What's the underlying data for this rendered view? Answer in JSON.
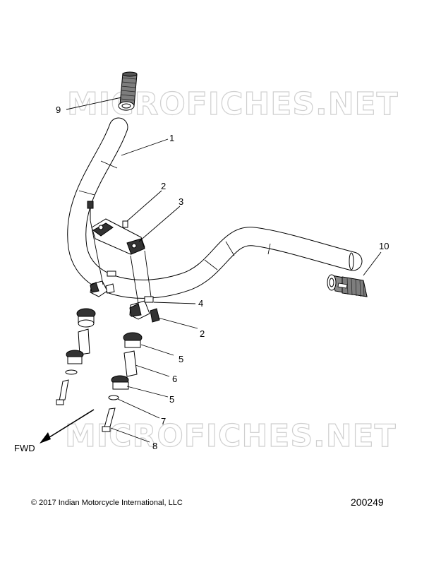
{
  "watermark": {
    "upper": "MICROFICHES.NET",
    "lower": "MICROFICHES.NET"
  },
  "callouts": [
    {
      "id": "1",
      "label": "1"
    },
    {
      "id": "2a",
      "label": "2"
    },
    {
      "id": "3",
      "label": "3"
    },
    {
      "id": "4",
      "label": "4"
    },
    {
      "id": "2b",
      "label": "2"
    },
    {
      "id": "5a",
      "label": "5"
    },
    {
      "id": "6",
      "label": "6"
    },
    {
      "id": "5b",
      "label": "5"
    },
    {
      "id": "7",
      "label": "7"
    },
    {
      "id": "8",
      "label": "8"
    },
    {
      "id": "9",
      "label": "9"
    },
    {
      "id": "10",
      "label": "10"
    }
  ],
  "direction_label": "FWD",
  "footer": {
    "copyright": "© 2017 Indian Motorcycle International, LLC",
    "diagram_id": "200249"
  }
}
